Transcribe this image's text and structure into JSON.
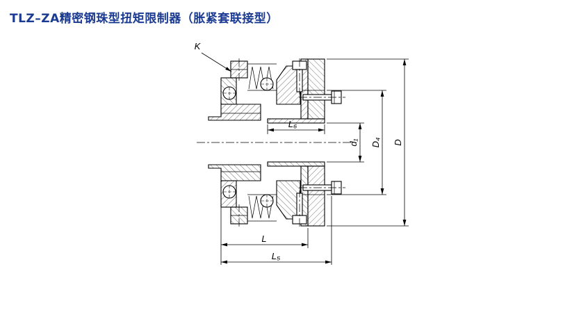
{
  "page": {
    "title": "TLZ–ZA精密钢珠型扭矩限制器（胀紧套联接型）",
    "title_color": "#1b3b92",
    "background_color": "#ffffff",
    "line_color": "#000000"
  },
  "drawing": {
    "type": "technical-section-drawing",
    "subject": "precision steel-ball torque limiter, expansion-sleeve coupling type",
    "labels": {
      "k": "K",
      "l6": "L₆",
      "d1": "d₁",
      "d4": "D₄",
      "d": "D",
      "l": "L",
      "l5": "L₅"
    }
  }
}
